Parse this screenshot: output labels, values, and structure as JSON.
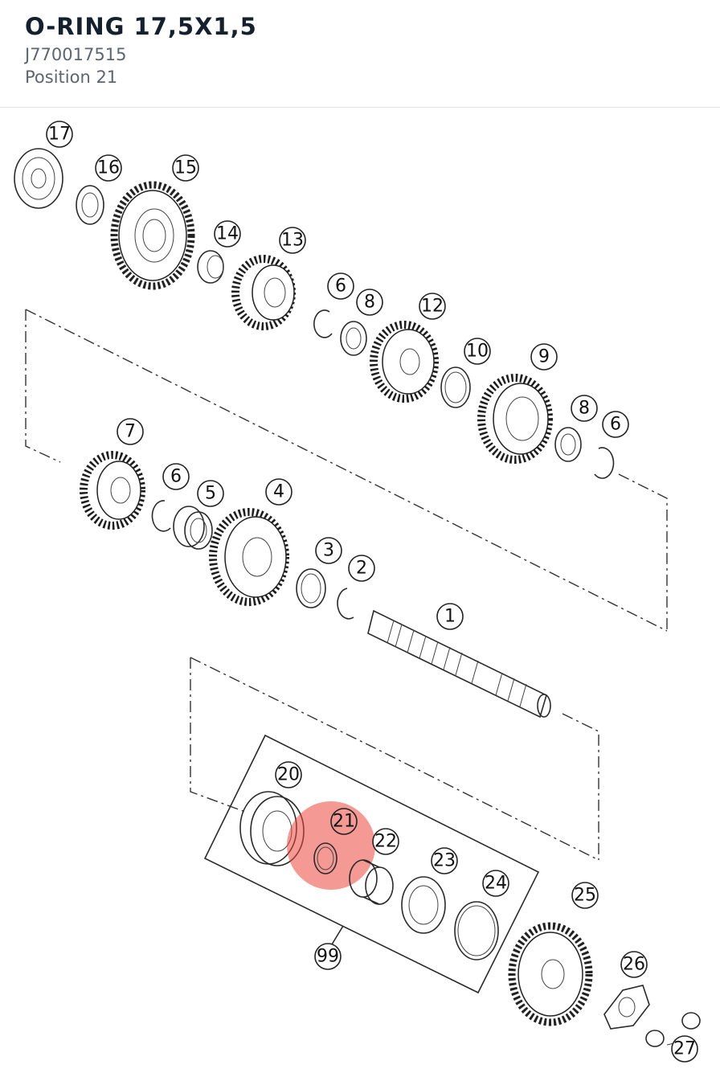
{
  "header": {
    "title": "O-RING 17,5X1,5",
    "part_number": "J770017515",
    "position": "Position 21"
  },
  "diagram": {
    "highlighted_callout": "21",
    "highlight_color": "#eb463c",
    "callouts": [
      "17",
      "16",
      "15",
      "14",
      "13",
      "6",
      "8",
      "12",
      "10",
      "9",
      "8",
      "6",
      "7",
      "6",
      "5",
      "4",
      "3",
      "2",
      "1",
      "20",
      "21",
      "22",
      "23",
      "24",
      "99",
      "25",
      "26",
      "27"
    ]
  }
}
